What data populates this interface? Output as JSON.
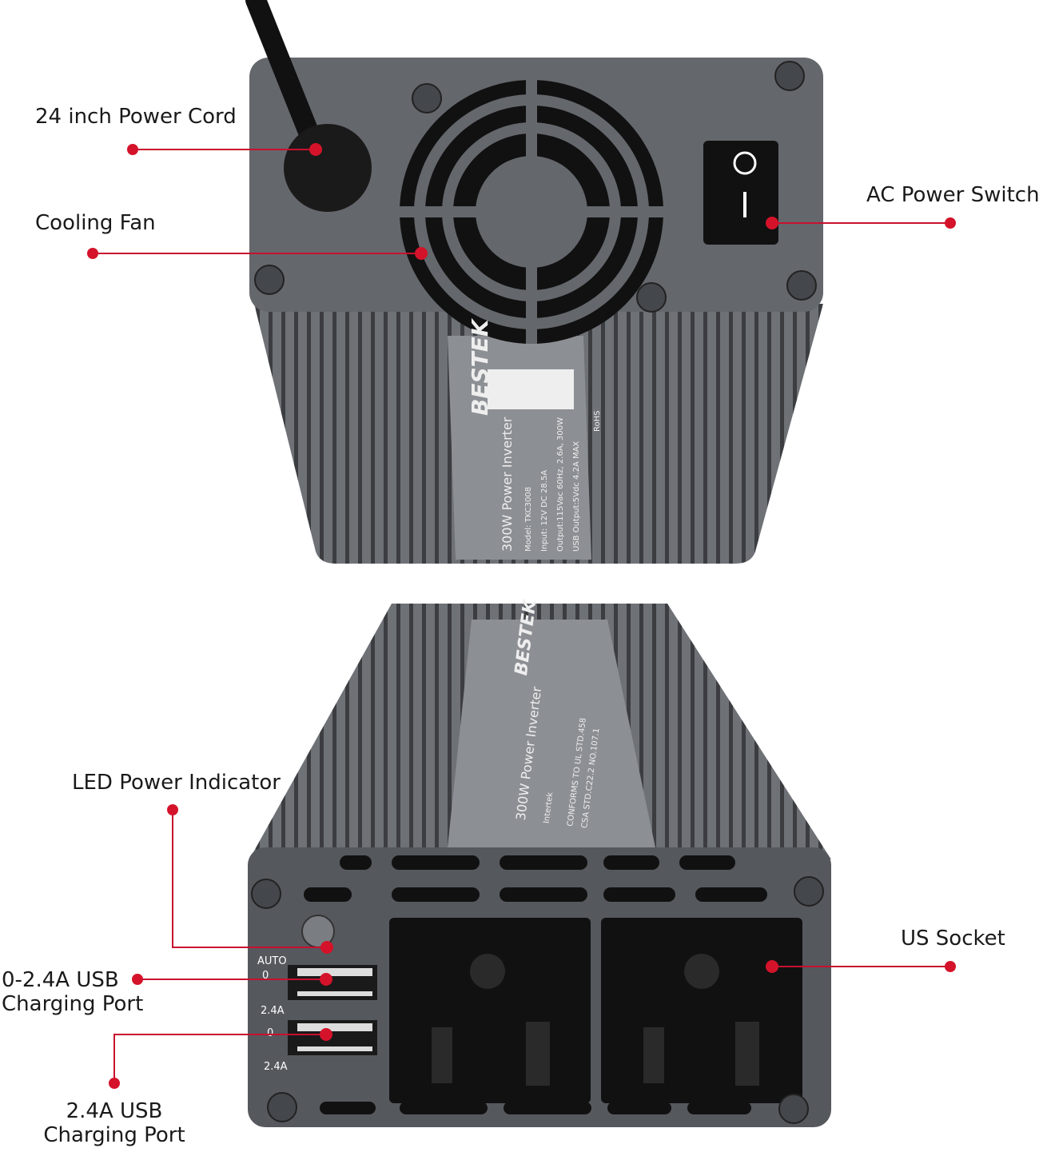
{
  "callouts": {
    "power_cord": "24 inch Power Cord",
    "cooling_fan": "Cooling Fan",
    "ac_switch": "AC Power Switch",
    "led_indicator": "LED Power Indicator",
    "usb_auto_line1": "0-2.4A USB",
    "usb_auto_line2": "Charging Port",
    "usb_fixed_line1": "2.4A USB",
    "usb_fixed_line2": "Charging Port",
    "us_socket": "US Socket"
  },
  "device_label": {
    "brand": "BESTEK",
    "title": "300W Power Inverter",
    "model": "Model: TKC3008",
    "input": "Input: 12V DC 28.5A",
    "output": "Output:115Vac 60Hz, 2.6A, 300W",
    "usb_output": "USB Output:5Vdc 4.2A MAX",
    "rohs": "RoHS",
    "conforms": "CONFORMS TO UL STD.458",
    "csa": "CSA STD.C22.2 NO.107.1",
    "intertek": "Intertek"
  },
  "front_panel": {
    "auto": "AUTO",
    "port1_range_low": "0",
    "port1_range_high": "2.4A",
    "port2_range_low": "0",
    "port2_range_high": "2.4A"
  },
  "colors": {
    "accent": "#d4132a",
    "body": "#5e6166",
    "face": "#6a6d72"
  }
}
